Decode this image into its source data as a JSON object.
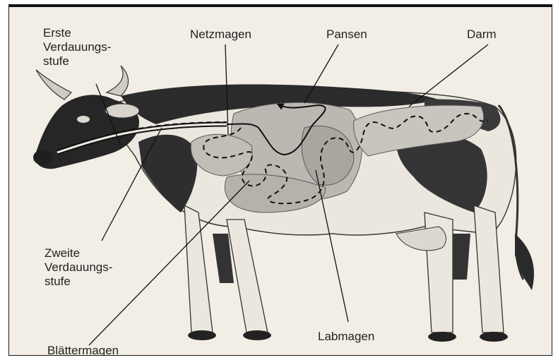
{
  "labels": {
    "erste": [
      "Erste",
      "Verdauungs-",
      "stufe"
    ],
    "netzmagen": "Netzmagen",
    "pansen": "Pansen",
    "darm": "Darm",
    "zweite": [
      "Zweite",
      "Verdauungs-",
      "stufe"
    ],
    "labmagen": "Labmagen",
    "blaettermagen": "Blättermagen"
  },
  "colors": {
    "background": "#f2eee6",
    "cow_dark": "#2a2a2a",
    "cow_light": "#e9e5dd",
    "stomach": "#b9b6b0",
    "intestine": "#c6c3bd"
  }
}
